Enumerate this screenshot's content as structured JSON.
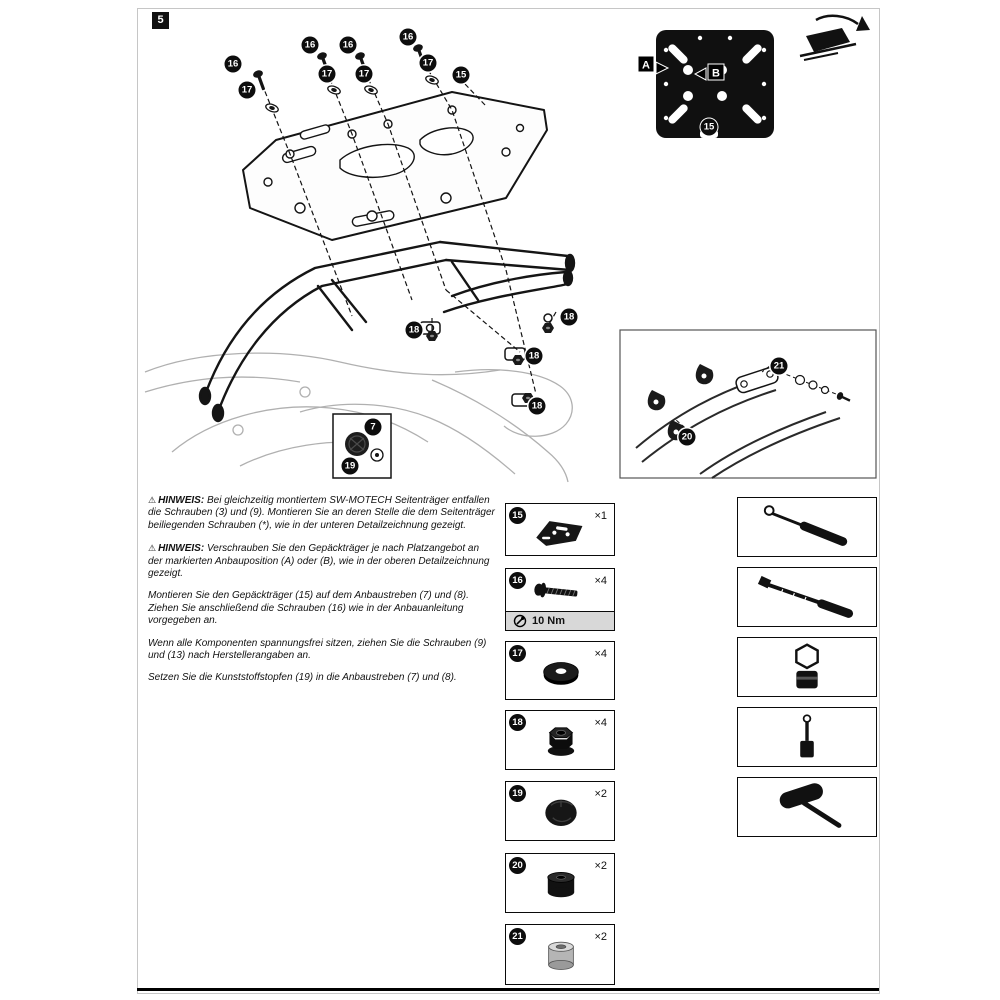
{
  "page": {
    "step": "5"
  },
  "callouts": {
    "c7": "7",
    "c15": "15",
    "c16": "16",
    "c17": "17",
    "c18": "18",
    "c19": "19",
    "c20": "20",
    "c21": "21"
  },
  "detail_view": {
    "position_a": "A",
    "position_b": "B",
    "callout": "15"
  },
  "notes": [
    {
      "label": "HINWEIS:",
      "text": "Bei gleichzeitig montiertem SW-MOTECH Seitenträger entfallen die Schrauben (3) und (9). Montieren Sie an deren Stelle die dem Seitenträger beiliegenden Schrauben (*), wie in der unteren Detailzeichnung gezeigt."
    },
    {
      "label": "HINWEIS:",
      "text": "Verschrauben Sie den Gepäckträger je nach Platzangebot an der markierten Anbauposition (A) oder (B), wie in der oberen Detailzeichnung gezeigt."
    }
  ],
  "paragraphs": [
    "Montieren Sie den Gepäckträger (15) auf dem Anbaustreben (7) und (8). Ziehen Sie anschließend die Schrauben (16) wie in der Anbauanleitung vorgegeben an.",
    "Wenn alle Komponenten spannungsfrei sitzen, ziehen Sie die Schrauben (9) und (13) nach Herstellerangaben an.",
    "Setzen Sie die Kunststoffstopfen (19) in die Anbaustreben (7) und (8)."
  ],
  "parts": [
    {
      "id": "15",
      "qty": "×1"
    },
    {
      "id": "16",
      "qty": "×4",
      "torque": "10 Nm"
    },
    {
      "id": "17",
      "qty": "×4"
    },
    {
      "id": "18",
      "qty": "×4"
    },
    {
      "id": "19",
      "qty": "×2"
    },
    {
      "id": "20",
      "qty": "×2"
    },
    {
      "id": "21",
      "qty": "×2"
    }
  ],
  "tools": [
    {
      "icon": "torx-screwdriver-icon"
    },
    {
      "icon": "torque-wrench-icon"
    },
    {
      "icon": "hex-socket-icon"
    },
    {
      "icon": "socket-extension-icon"
    },
    {
      "icon": "rubber-mallet-icon"
    }
  ]
}
